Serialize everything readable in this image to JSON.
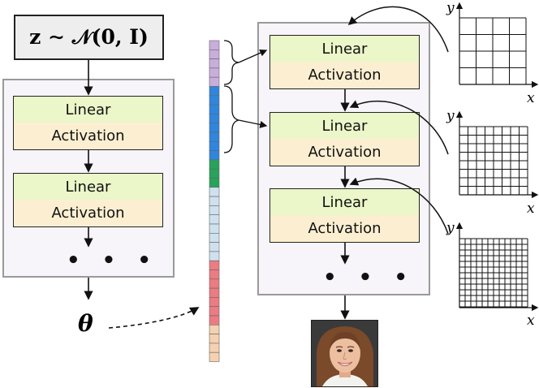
{
  "latent": {
    "formula": "z ∼ 𝒩(0, I)"
  },
  "hypernetwork": {
    "linear_label": "Linear",
    "activation_label": "Activation",
    "ellipsis": "• • •"
  },
  "params_symbol": "θ",
  "target_network": {
    "linear_label": "Linear",
    "activation_label": "Activation",
    "ellipsis": "• • •"
  },
  "grids": {
    "x_label": "x",
    "y_label": "y",
    "resolutions": [
      4,
      8,
      12
    ]
  },
  "parameter_vector": {
    "colors": [
      "#c9aedb",
      "#2e86de",
      "#27a35b",
      "#cfe0ef",
      "#ec7c82",
      "#f6d1b0"
    ],
    "group_sizes": [
      5,
      8,
      3,
      8,
      7,
      4
    ]
  },
  "colors": {
    "linear_fill": "#ebf6c9",
    "activation_fill": "#fcefd1",
    "panel_fill": "#f7f4fa",
    "panel_border": "#9a9a9a"
  },
  "icons": {
    "output": "face-photo-icon"
  }
}
